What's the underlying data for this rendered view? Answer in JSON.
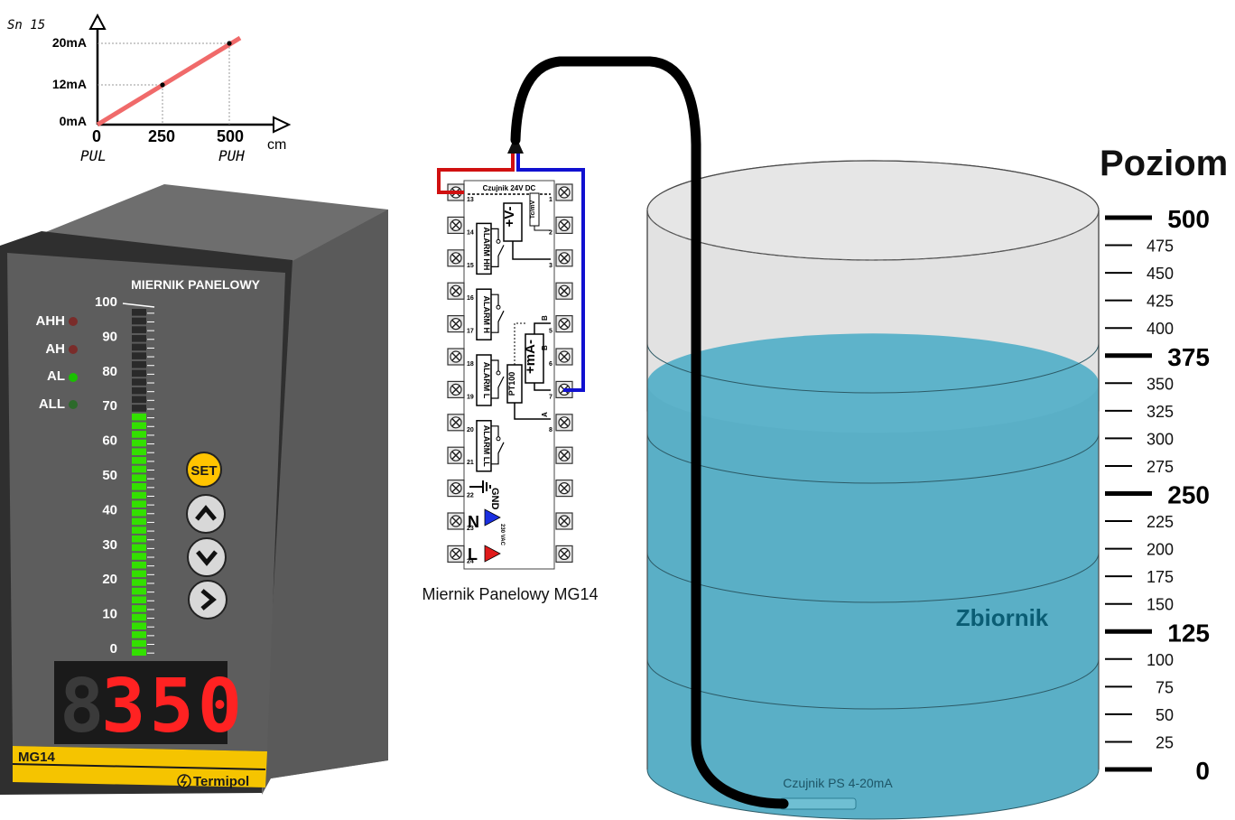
{
  "graph": {
    "mode_label": "Sn 15",
    "y_ticks": [
      "20mA",
      "12mA",
      "0mA"
    ],
    "x_ticks": [
      "0",
      "250",
      "500"
    ],
    "x_unit": "cm",
    "pul_label": "PUL",
    "puh_label": "PUH"
  },
  "meter": {
    "title": "MIERNIK PANELOWY",
    "alarm_labels": [
      "AHH",
      "AH",
      "AL",
      "ALL"
    ],
    "alarm_states": [
      "off",
      "off",
      "on",
      "off"
    ],
    "scale_labels": [
      "100",
      "90",
      "80",
      "70",
      "60",
      "50",
      "40",
      "30",
      "20",
      "10",
      "0"
    ],
    "bar_level_percent": 70,
    "display_value": "350",
    "set_label": "SET",
    "model": "MG14",
    "brand": "Termipol",
    "colors": {
      "bar_on": "#33e000",
      "display": "#ff2222",
      "led_on": "#19c000",
      "set_button": "#ffc400"
    }
  },
  "wiring": {
    "caption": "Miernik Panelowy MG14",
    "header": "Czujnik 24V DC",
    "left_terminals": [
      "13",
      "14",
      "15",
      "16",
      "17",
      "18",
      "19",
      "20",
      "21",
      "22",
      "23",
      "24"
    ],
    "right_terminals": [
      "1",
      "2",
      "3",
      "5",
      "6",
      "7",
      "8"
    ],
    "relay_labels": [
      "ALARM HH",
      "ALARM H",
      "ALARM L",
      "ALARM LL"
    ],
    "v_label": "+V-",
    "tc_label": "Tc/mV",
    "ma_label": "+mA-",
    "pt_label": "PT100",
    "gnd_label": "GND",
    "n_label": "N",
    "l_label": "L",
    "vac_label": "230 VAC",
    "b_label": "B",
    "a_label": "A"
  },
  "tank": {
    "title": "Poziom",
    "name": "Zbiornik",
    "sensor_label": "Czujnik PS 4-20mA",
    "major_labels": [
      "500",
      "375",
      "250",
      "125",
      "0"
    ],
    "minor_labels": [
      "475",
      "450",
      "425",
      "400",
      "350",
      "325",
      "300",
      "275",
      "225",
      "200",
      "175",
      "150",
      "100",
      "75",
      "50",
      "25"
    ],
    "water_level_cm": 350,
    "colors": {
      "water": "#5aafc6",
      "tank": "#e0e0e0"
    }
  }
}
